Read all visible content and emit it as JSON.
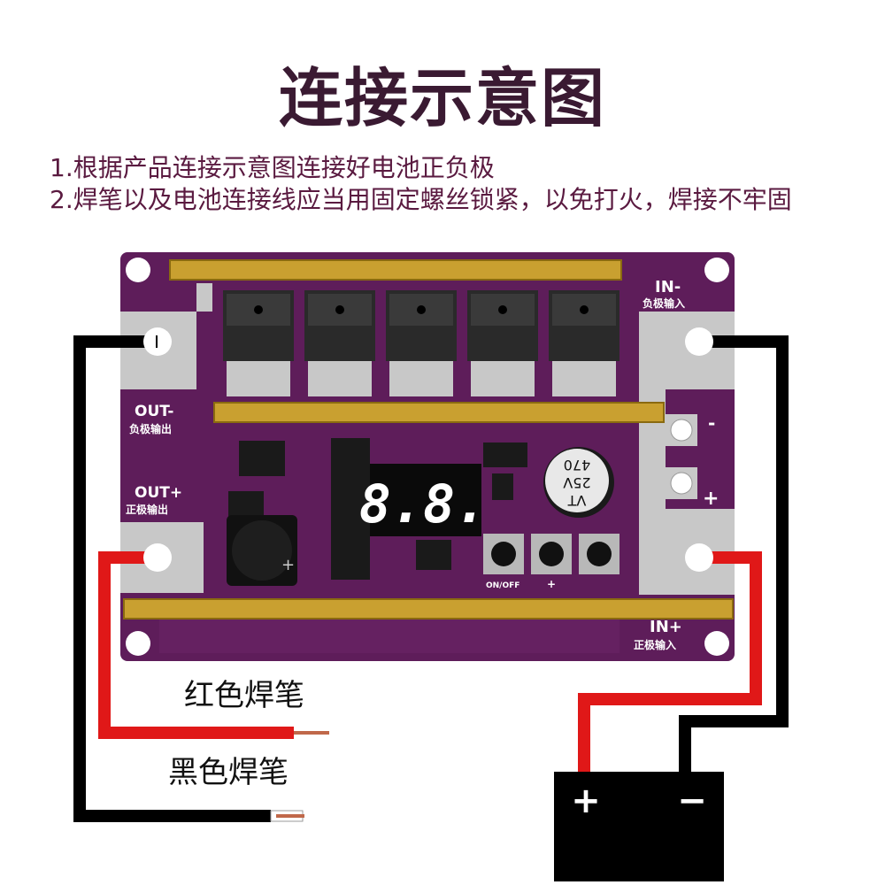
{
  "title": "连接示意图",
  "notes": [
    "1.根据产品连接示意图连接好电池正负极",
    "2.焊笔以及电池连接线应当用固定螺丝锁紧，以免打火，焊接不牢固"
  ],
  "board": {
    "in_minus_label": "IN-",
    "in_minus_sub": "负极输入",
    "in_plus_label": "IN+",
    "in_plus_sub": "正极输入",
    "out_minus_label": "OUT-",
    "out_minus_sub": "负极输出",
    "out_plus_label": "OUT+",
    "out_plus_sub": "正极输出",
    "display_value": "8.8.",
    "capacitor_line1": "VT",
    "capacitor_line2": "25V",
    "capacitor_line3": "470",
    "switch_label": "ON/OFF",
    "plus_mark": "+",
    "minus_mark": "-",
    "buzzer_plus": "+"
  },
  "wires": {
    "red_label": "红色焊笔",
    "black_label": "黑色焊笔"
  },
  "battery": {
    "plus": "+",
    "minus": "−"
  },
  "colors": {
    "board": "#5e1d5a",
    "pad": "#c8c8c8",
    "rail": "#c9a030",
    "red_wire": "#e01818",
    "black_wire": "#000000",
    "title": "#3a1a32",
    "notes": "#5a1a40"
  }
}
